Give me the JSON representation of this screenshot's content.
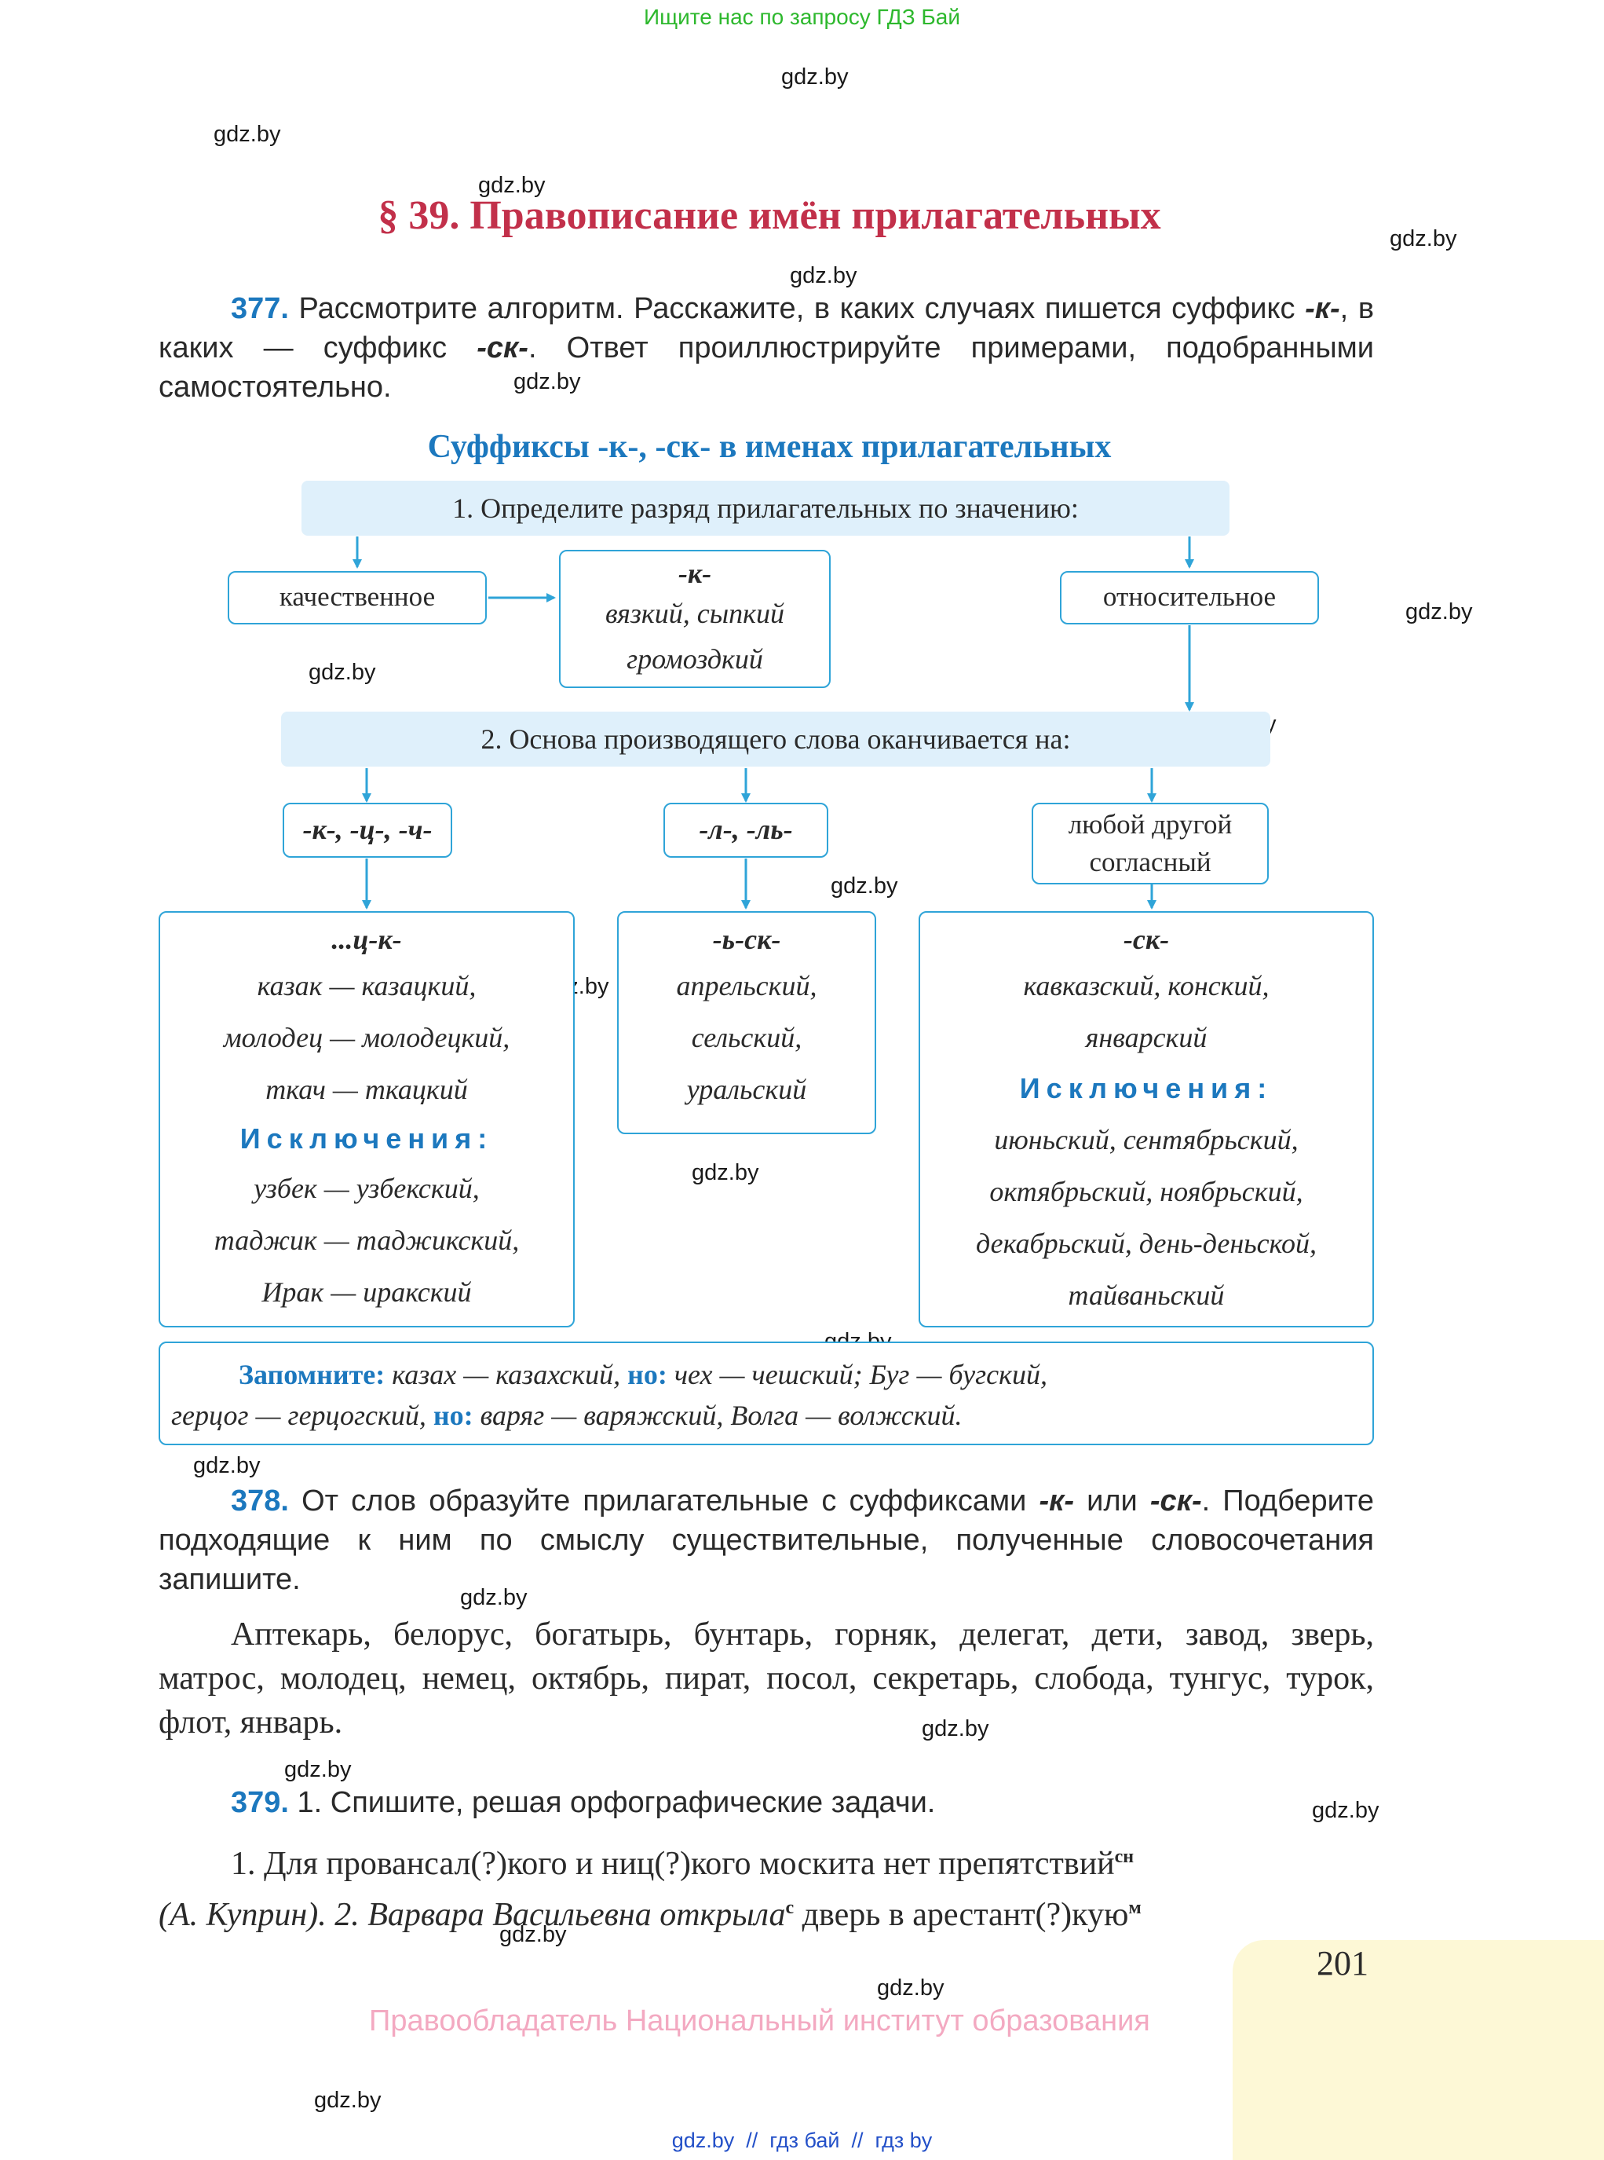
{
  "top_banner": "Ищите нас по запросу ГДЗ Бай",
  "watermark": "gdz.by",
  "title": "§ 39. Правописание имён прилагательных",
  "ex377": {
    "num": "377.",
    "line1": "Рассмотрите алгоритм. Расскажите, в каких случаях пишется суффикс ",
    "k": "-к-",
    "line2a": "в каких — суффикс ",
    "sk": "-ск-",
    "line2b": ". Ответ проиллюстрируйте примерами, подобранными самостоятельно."
  },
  "scheme": {
    "heading": "Суффиксы -к-, -ск- в именах прилагательных",
    "step1": "1. Определите разряд прилагательных по значению:",
    "qualitative": "качественное",
    "relative": "относительное",
    "k_box": {
      "header": "-к-",
      "line1": "вязкий, сыпкий",
      "line2": "громоздкий"
    },
    "step2": "2. Основа производящего слова оканчивается на:",
    "endings": {
      "kcch": "-к-, -ц-, -ч-",
      "l": "-л-, -ль-",
      "other": "любой другой согласный"
    },
    "left": {
      "header": "...ц-к-",
      "lines": [
        "казак — казацкий,",
        "молодец — молодецкий,",
        "ткач — ткацкий"
      ],
      "exceptions_label": "Исключения:",
      "exceptions": [
        "узбек — узбекский,",
        "таджик — таджикский,",
        "Ирак — иракский"
      ]
    },
    "middle": {
      "header": "-ь-ск-",
      "lines": [
        "апрельский,",
        "сельский,",
        "уральский"
      ]
    },
    "right": {
      "header": "-ск-",
      "lines": [
        "кавказский, конский,",
        "январский"
      ],
      "exceptions_label": "Исключения:",
      "exceptions": [
        "июньский, сентябрьский,",
        "октябрьский, ноябрьский,",
        "декабрьский, день-деньской,",
        "тайваньский"
      ]
    },
    "remember": {
      "label": "Запомните:",
      "line1": "казах — казахский,",
      "no1": "но:",
      "line1b": "чех — чешский; Буг — бугский,",
      "line2a": "герцог — герцогский,",
      "no2": "но:",
      "line2b": "варяг — варяжский, Волга — волжский."
    }
  },
  "ex378": {
    "num": "378.",
    "text1": "От слов образуйте прилагательные с суффиксами ",
    "k": "-к-",
    "or": " или ",
    "sk": "-ск-",
    "text2": ". Подберите подходящие к ним по смыслу существительные, полученные словосочетания запишите.",
    "words": "Аптекарь, белорус, богатырь, бунтарь, горняк, делегат, дети, завод, зверь, матрос, молодец, немец, октябрь, пират, посол, секретарь, слобода, тунгус, турок, флот, январь."
  },
  "ex379": {
    "num": "379.",
    "task": "1. Спишите, решая орфографические задачи.",
    "line1": "1. Для провансал(?)кого и ниц(?)кого москита нет препятствий",
    "sup1": "сн",
    "line2a": "(А. Куприн). 2. Варвара Васильевна открыла",
    "sup2": "с",
    "line2b": " дверь в арестант(?)кую",
    "sup3": "м"
  },
  "page_number": "201",
  "footer_rights": "Правообладатель Национальный институт образования",
  "footer_links": "gdz.by  //  гдз бай  //  гдз by"
}
